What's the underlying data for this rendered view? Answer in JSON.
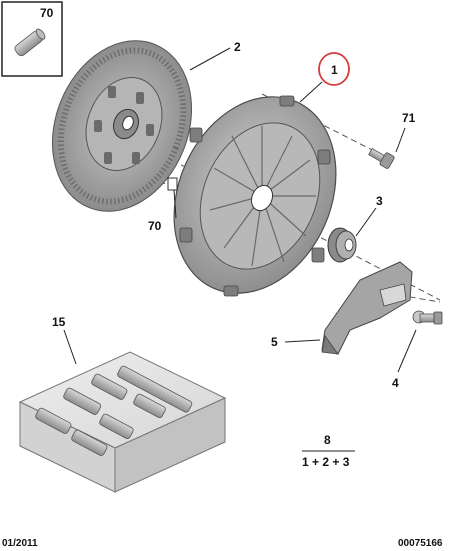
{
  "callouts": {
    "c70_box": "70",
    "c2": "2",
    "c1": "1",
    "c71": "71",
    "c70": "70",
    "c3": "3",
    "c15": "15",
    "c5": "5",
    "c4": "4",
    "c8": "8",
    "c8_formula": "1 + 2 + 3"
  },
  "footer": {
    "date": "01/2011",
    "reference": "00075166"
  },
  "colors": {
    "part_grey": "#9a9a9a",
    "part_dark": "#5a5a5a",
    "highlight_circle": "#d63b3b"
  }
}
